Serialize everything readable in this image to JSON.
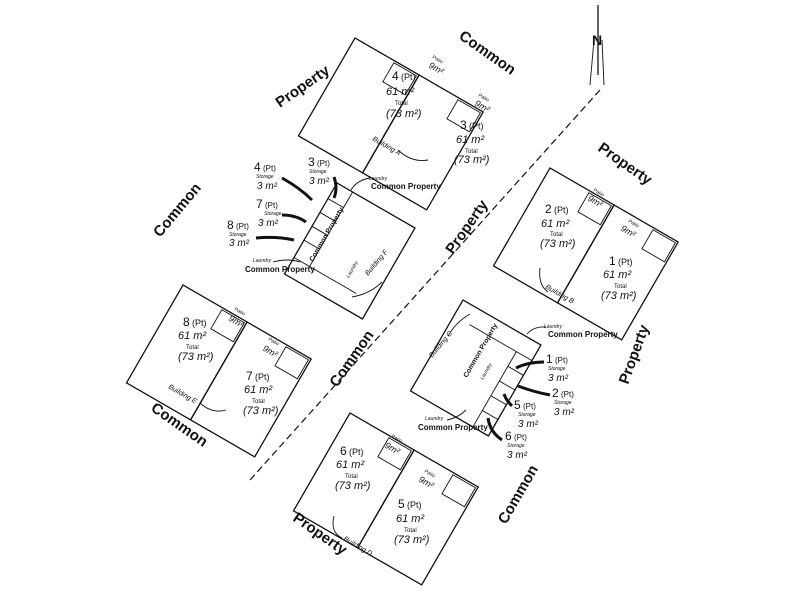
{
  "north": {
    "label": "N"
  },
  "big_labels": {
    "tr_common": "Common",
    "tr_property": "Property",
    "left_common": "Common",
    "right_property": "Property",
    "center_property": "Property",
    "center_common": "Common",
    "left_common2": "Common",
    "right_property2": "Property",
    "bottom_common": "Common",
    "bottom_property": "Property"
  },
  "buildings": {
    "a": {
      "name": "Building A",
      "units": [
        {
          "num": "4",
          "pt": "(Pt)",
          "area": "61 m²",
          "total_label": "Total",
          "total": "(73 m²)",
          "patio_label": "Patio",
          "patio": "9m²"
        },
        {
          "num": "3",
          "pt": "(Pt)",
          "area": "61 m²",
          "total_label": "Total",
          "total": "(73 m²)",
          "patio_label": "Patio",
          "patio": "9m²"
        }
      ]
    },
    "b": {
      "name": "Building B",
      "units": [
        {
          "num": "2",
          "pt": "(Pt)",
          "area": "61 m²",
          "total_label": "Total",
          "total": "(73 m²)",
          "patio_label": "Patio",
          "patio": "9m²"
        },
        {
          "num": "1",
          "pt": "(Pt)",
          "area": "61 m²",
          "total_label": "Total",
          "total": "(73 m²)",
          "patio_label": "Patio",
          "patio": "9m²"
        }
      ]
    },
    "c": {
      "name": "Building C",
      "common": "Common Property",
      "laundry": "Laundry",
      "common_top": "Common Property",
      "common_bottom": "Common Property",
      "laundry_top": "Laundry",
      "laundry_bottom": "Laundry",
      "storages": [
        {
          "num": "1",
          "pt": "(Pt)",
          "label": "Storage",
          "area": "3 m²"
        },
        {
          "num": "2",
          "pt": "(Pt)",
          "label": "Storage",
          "area": "3 m²"
        },
        {
          "num": "5",
          "pt": "(Pt)",
          "label": "Storage",
          "area": "3 m²"
        },
        {
          "num": "6",
          "pt": "(Pt)",
          "label": "Storage",
          "area": "3 m²"
        }
      ]
    },
    "d": {
      "name": "Building D",
      "units": [
        {
          "num": "6",
          "pt": "(Pt)",
          "area": "61 m²",
          "total_label": "Total",
          "total": "(73 m²)",
          "patio_label": "Patio",
          "patio": "9m²"
        },
        {
          "num": "5",
          "pt": "(Pt)",
          "area": "61 m²",
          "total_label": "Total",
          "total": "(73 m²)",
          "patio_label": "Patio",
          "patio": "9m²"
        }
      ]
    },
    "e": {
      "name": "Building E",
      "units": [
        {
          "num": "8",
          "pt": "(Pt)",
          "area": "61 m²",
          "total_label": "Total",
          "total": "(73 m²)",
          "patio_label": "Patio",
          "patio": "9m²"
        },
        {
          "num": "7",
          "pt": "(Pt)",
          "area": "61 m²",
          "total_label": "Total",
          "total": "(73 m²)",
          "patio_label": "Patio",
          "patio": "9m²"
        }
      ]
    },
    "f": {
      "name": "Building F",
      "common": "Common Property",
      "laundry": "Laundry",
      "common_top": "Common Property",
      "common_bottom": "Common Property",
      "laundry_top": "Laundry",
      "laundry_bottom": "Laundry",
      "storages": [
        {
          "num": "4",
          "pt": "(Pt)",
          "label": "Storage",
          "area": "3 m²"
        },
        {
          "num": "3",
          "pt": "(Pt)",
          "label": "Storage",
          "area": "3 m²"
        },
        {
          "num": "7",
          "pt": "(Pt)",
          "label": "Storage",
          "area": "3 m²"
        },
        {
          "num": "8",
          "pt": "(Pt)",
          "label": "Storage",
          "area": "3 m²"
        }
      ]
    }
  }
}
